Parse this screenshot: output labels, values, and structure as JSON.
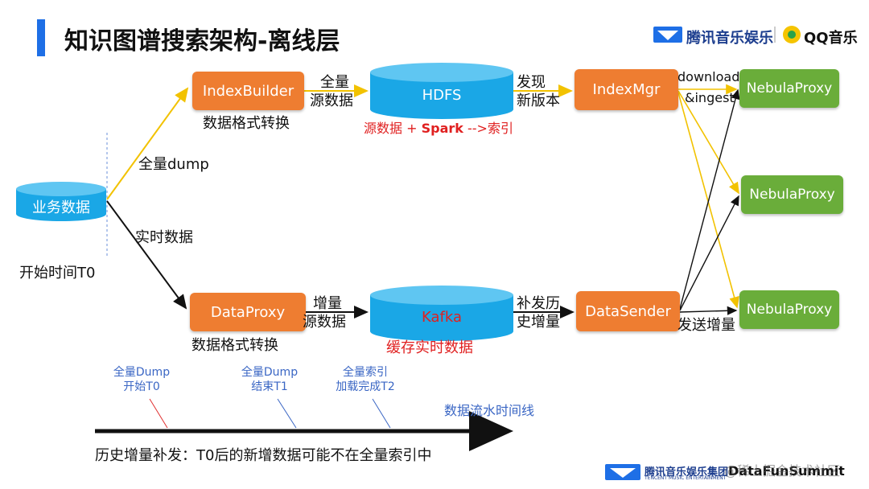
{
  "header": {
    "title": "知识图谱搜索架构-离线层",
    "brand_left": "腾讯音乐娱乐",
    "brand_right": "QQ音乐"
  },
  "nodes": {
    "business_data": "业务数据",
    "index_builder": "IndexBuilder",
    "hdfs": "HDFS",
    "index_mgr": "IndexMgr",
    "data_proxy": "DataProxy",
    "kafka": "Kafka",
    "data_sender": "DataSender",
    "nebula_proxy_1": "NebulaProxy",
    "nebula_proxy_2": "NebulaProxy",
    "nebula_proxy_3": "NebulaProxy"
  },
  "labels": {
    "full_dump": "全量dump",
    "realtime_data": "实时数据",
    "start_time": "开始时间T0",
    "format_convert_top": "数据格式转换",
    "format_convert_bottom": "数据格式转换",
    "full_source_1": "全量",
    "full_source_2": "源数据",
    "discover_1": "发现",
    "discover_2": "新版本",
    "download_1": "download",
    "download_2": "&ingest",
    "spark_note_1": "源数据 + ",
    "spark_note_2": "Spark",
    "spark_note_3": " -->索引",
    "incr_source_1": "增量",
    "incr_source_2": "源数据",
    "resend_1": "补发历",
    "resend_2": "史增量",
    "cache_realtime": "缓存实时数据",
    "send_incr": "发送增量"
  },
  "timeline": {
    "m1_line1": "全量Dump",
    "m1_line2": "开始T0",
    "m2_line1": "全量Dump",
    "m2_line2": "结束T1",
    "m3_line1": "全量索引",
    "m3_line2": "加载完成T2",
    "axis_label": "数据流水时间线",
    "footnote": "历史增量补发：T0后的新增数据可能不在全量索引中"
  },
  "footer": {
    "brand": "腾讯音乐娱乐集团",
    "brand_en": "TENCENT MUSIC ENTERTAINMENT",
    "event": "DataFunSummit",
    "watermark": "@稀土掘金技术社区"
  },
  "colors": {
    "orange": "#ee7d31",
    "green": "#6aad3a",
    "cylinder": "#1aa7e6",
    "yellow_arrow": "#f2c200",
    "accent_blue": "#1e6fe6",
    "red_text": "#e02020"
  }
}
